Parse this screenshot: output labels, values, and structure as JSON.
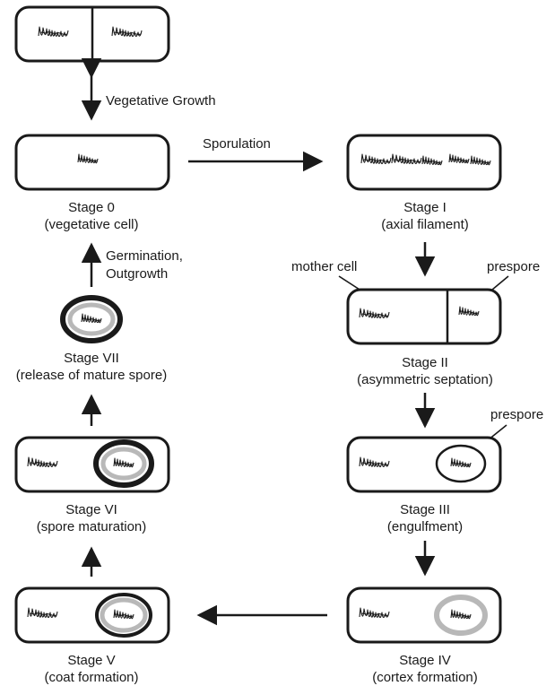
{
  "colors": {
    "ink": "#1a1a1a",
    "cortex": "#b8b8b8",
    "background": "#ffffff"
  },
  "labels": {
    "vegetative_growth": "Vegetative Growth",
    "sporulation": "Sporulation",
    "germination_1": "Germination,",
    "germination_2": "Outgrowth",
    "mother_cell": "mother cell",
    "prespore_2": "prespore",
    "prespore_3": "prespore"
  },
  "stages": {
    "s0": {
      "name": "Stage 0",
      "desc": "(vegetative cell)"
    },
    "s1": {
      "name": "Stage I",
      "desc": "(axial filament)"
    },
    "s2": {
      "name": "Stage II",
      "desc": "(asymmetric septation)"
    },
    "s3": {
      "name": "Stage III",
      "desc": "(engulfment)"
    },
    "s4": {
      "name": "Stage IV",
      "desc": "(cortex formation)"
    },
    "s5": {
      "name": "Stage V",
      "desc": "(coat formation)"
    },
    "s6": {
      "name": "Stage VI",
      "desc": "(spore maturation)"
    },
    "s7": {
      "name": "Stage VII",
      "desc": "(release of mature spore)"
    }
  }
}
